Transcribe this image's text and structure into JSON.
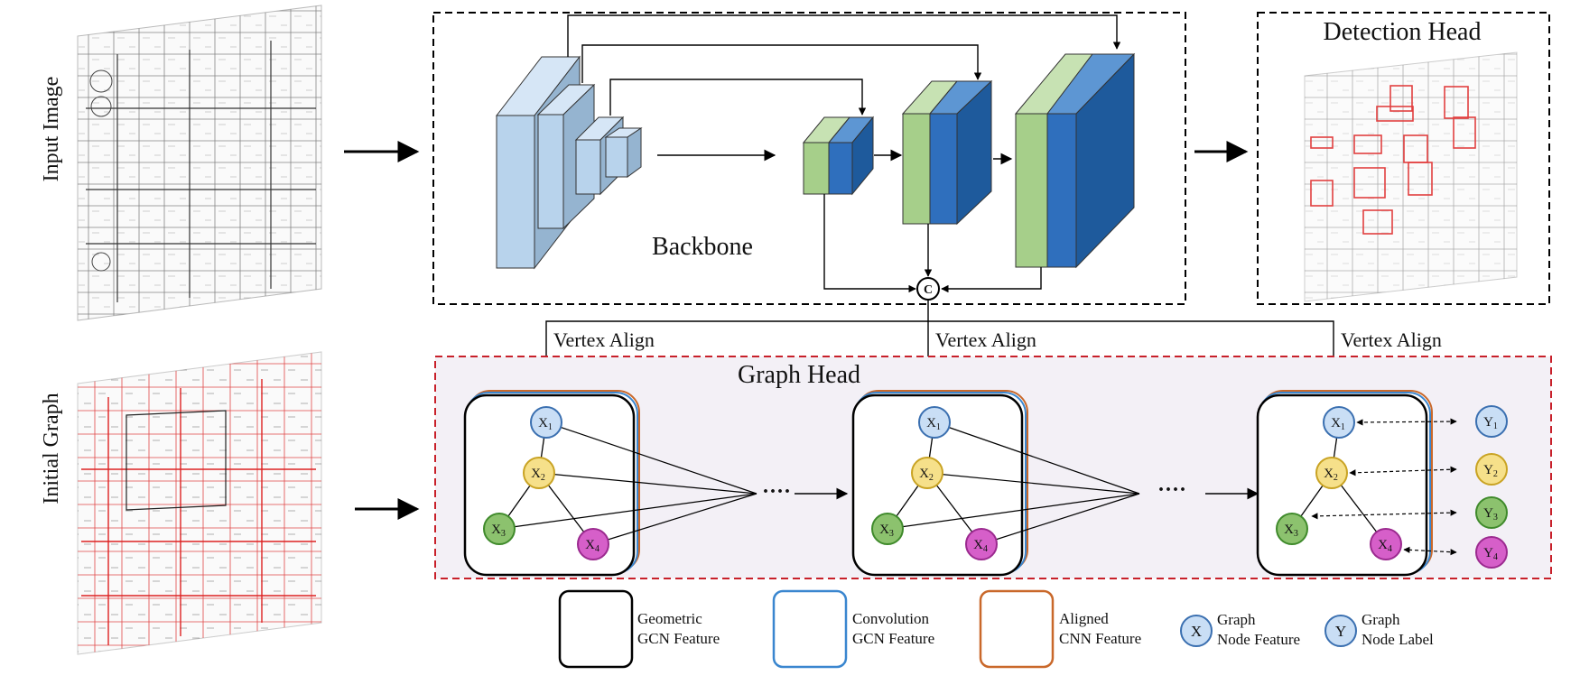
{
  "side_labels": {
    "input_image": "Input Image",
    "initial_graph": "Initial Graph"
  },
  "backbone": {
    "title": "Backbone",
    "concat_symbol": "C"
  },
  "detection_head": {
    "title": "Detection Head"
  },
  "graph_head": {
    "title": "Graph Head",
    "vertex_align": [
      "Vertex Align",
      "Vertex Align",
      "Vertex Align"
    ],
    "ellipsis": [
      "····",
      "····"
    ]
  },
  "graph_nodes": {
    "x": [
      "X",
      "X",
      "X",
      "X"
    ],
    "y": [
      "Y",
      "Y",
      "Y",
      "Y"
    ],
    "subs": [
      "1",
      "2",
      "3",
      "4"
    ]
  },
  "legend": {
    "items": [
      {
        "line1": "Geometric",
        "line2": "GCN Feature"
      },
      {
        "line1": "Convolution",
        "line2": "GCN Feature"
      },
      {
        "line1": "Aligned",
        "line2": "CNN Feature"
      },
      {
        "symbol": "X",
        "line1": "Graph",
        "line2": "Node Feature"
      },
      {
        "symbol": "Y",
        "line1": "Graph",
        "line2": "Node Label"
      }
    ]
  },
  "colors": {
    "node_blue": "#c9def5",
    "node_yellow": "#f6e08a",
    "node_green": "#8cc26e",
    "node_magenta": "#d65fc9",
    "backbone_light": "#b8d3ec",
    "backbone_green": "#a6cf8a",
    "backbone_blue": "#2f6fbd",
    "graph_head_border": "#c8202a",
    "graph_head_fill": "#f3f0f6",
    "conv_gcn": "#3a86cf",
    "aligned_cnn": "#c9682a"
  }
}
